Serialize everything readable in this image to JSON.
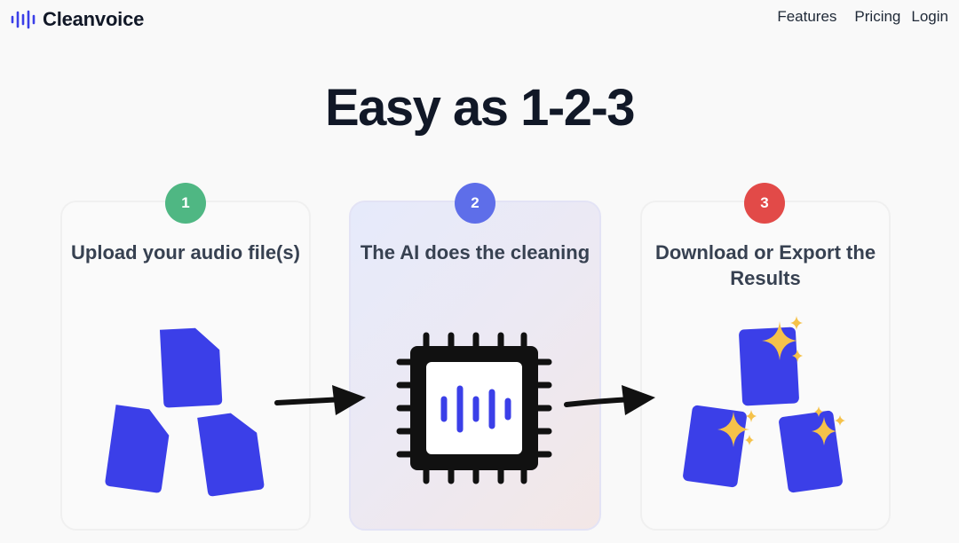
{
  "brand": {
    "name": "Cleanvoice",
    "icon": "soundwave-logo-icon",
    "color": "#3b3fe8"
  },
  "nav": {
    "features": "Features",
    "pricing": "Pricing",
    "login": "Login"
  },
  "hero": {
    "title": "Easy as 1-2-3"
  },
  "steps": [
    {
      "number": "1",
      "title": "Upload your audio file(s)",
      "badge_color": "#4fb783",
      "icon": "audio-files-icon"
    },
    {
      "number": "2",
      "title": "The AI does the cleaning",
      "badge_color": "#5e6ee9",
      "icon": "ai-chip-icon"
    },
    {
      "number": "3",
      "title": "Download or Export the Results",
      "badge_color": "#e24a48",
      "icon": "sparkling-files-icon"
    }
  ],
  "colors": {
    "file_blue": "#3b3fe8",
    "sparkle_gold": "#f5c24a",
    "arrow": "#111111"
  }
}
